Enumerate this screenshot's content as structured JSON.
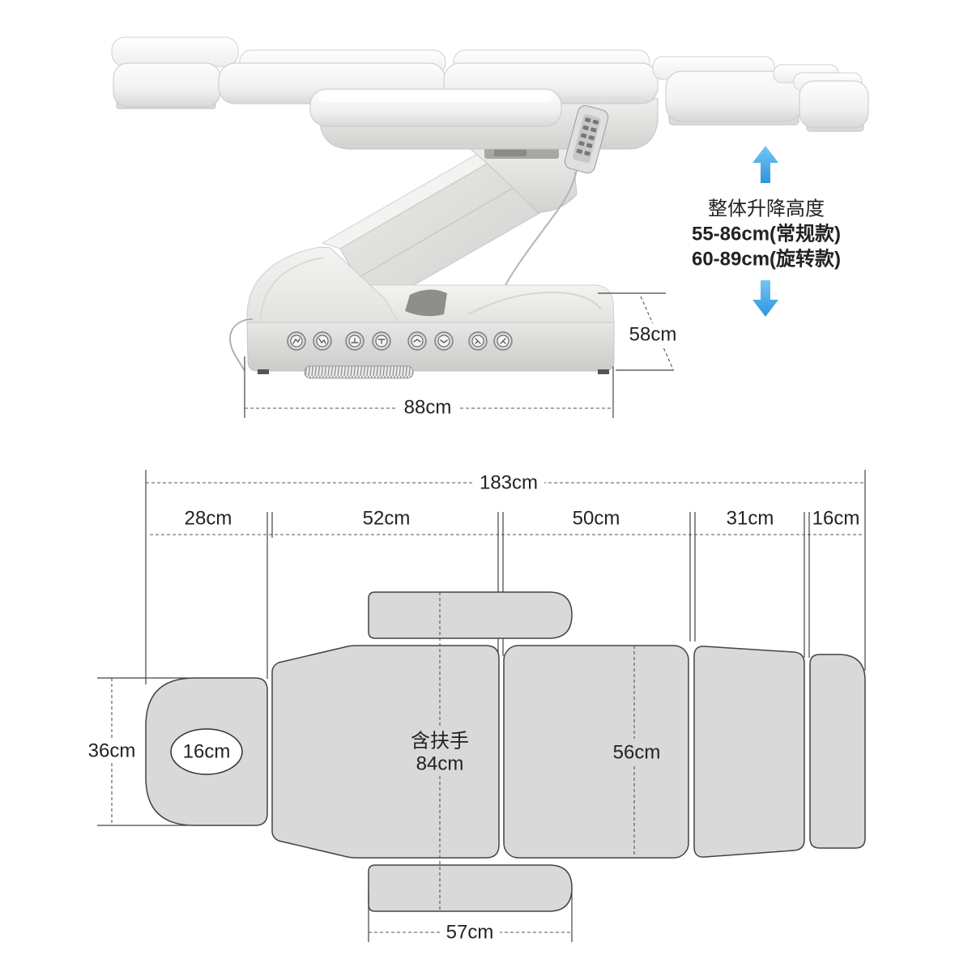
{
  "lift_height": {
    "label": "整体升降高度",
    "standard": "55-86cm(常规款)",
    "rotating": "60-89cm(旋转款)"
  },
  "side_view": {
    "base_height": "58cm",
    "base_length": "88cm"
  },
  "top_view": {
    "total_length": "183cm",
    "sections": [
      "28cm",
      "52cm",
      "50cm",
      "31cm",
      "16cm"
    ],
    "head_width": "36cm",
    "face_hole": "16cm",
    "back_note": "含扶手",
    "back_width": "84cm",
    "seat_width": "56cm",
    "armrest_length": "57cm"
  },
  "icons": {
    "up": "up-arrow-icon",
    "down": "down-arrow-icon"
  },
  "colors": {
    "arrow": "#2f94dd",
    "panel_fill": "#d9d9d9",
    "outline": "#444444",
    "text": "#222222"
  }
}
